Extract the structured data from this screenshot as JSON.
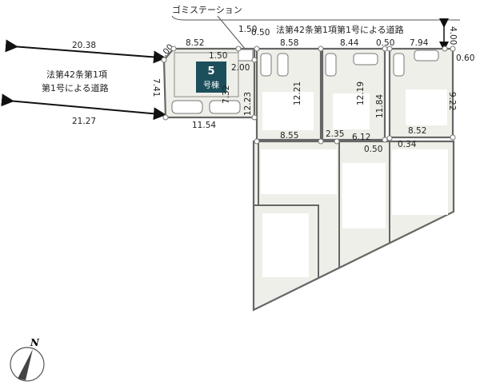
{
  "labels": {
    "garbage_station": "ゴミステーション",
    "road_top": "法第42条第1項第1号による道路",
    "road_left_line1": "法第42条第1項",
    "road_left_line2": "第1号による道路",
    "building_number": "5",
    "building_suffix": "号棟"
  },
  "dimensions": {
    "road_upper_length": "20.38",
    "road_lower_length": "21.27",
    "lot5_corner": "2.00",
    "lot5_top": "8.52",
    "garbage_width_top": "1.50",
    "garbage_width": "1.50",
    "garbage_depth": "2.00",
    "lot5_left": "7.41",
    "lot5_right": "7.32",
    "lot5_bottom": "11.54",
    "gap_a": "0.50",
    "lotA_top": "8.58",
    "lotA_left": "12.23",
    "lotA_right": "12.21",
    "lotA_bottom": "8.55",
    "lotB_top": "8.44",
    "gap_b": "0.50",
    "lotB_right": "12.19",
    "lotB_bottom_a": "2.35",
    "lotB_bottom_b": "6.12",
    "lotB_bottom_gap": "0.50",
    "lotC_top": "7.94",
    "lotC_left": "11.84",
    "lotC_right": "9.22",
    "lotC_bottom": "8.52",
    "lotC_corner": "0.60",
    "lotC_bottom_gap": "0.34",
    "road_width": "4.00"
  },
  "compass": {
    "north": "N"
  },
  "colors": {
    "building_badge": "#1c4f5c",
    "lot_fill": "#efefe9"
  }
}
